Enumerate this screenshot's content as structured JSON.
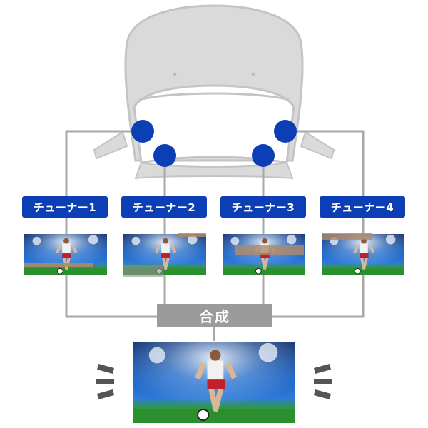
{
  "tuners": [
    {
      "label": "チューナー1"
    },
    {
      "label": "チューナー2"
    },
    {
      "label": "チューナー3"
    },
    {
      "label": "チューナー4"
    }
  ],
  "combine": {
    "label": "合成"
  },
  "colors": {
    "tuner_blue": "#0c3fb5",
    "antenna_blue": "#0c3fb5",
    "line_gray": "#a8a8a8",
    "combine_gray": "#9b9b9b",
    "car_fill": "#dadada",
    "car_stroke": "#c4c4c4"
  },
  "icons": [
    "car-top-view-icon",
    "antenna-icon",
    "tv-screen-image",
    "signal-wave-icon"
  ]
}
